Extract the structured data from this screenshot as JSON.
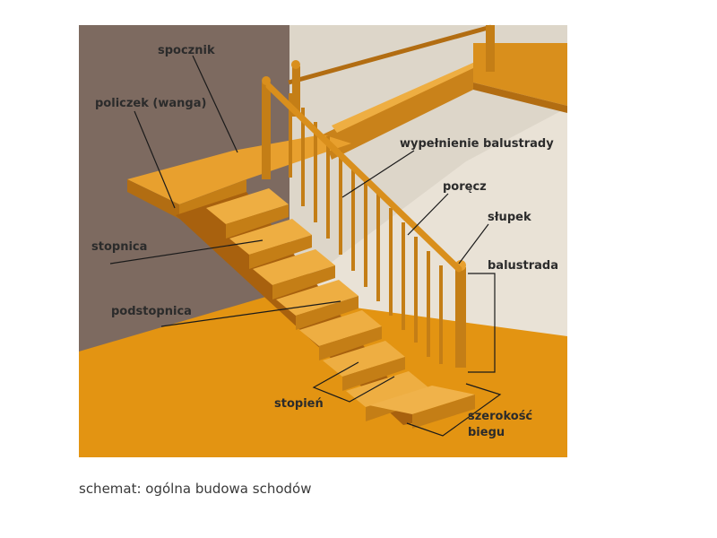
{
  "diagram": {
    "labels": {
      "spocznik": "spocznik",
      "policzek": "policzek (wanga)",
      "wypelnienie": "wypełnienie balustrady",
      "porecz": "poręcz",
      "slupek": "słupek",
      "balustrada": "balustrada",
      "stopnica": "stopnica",
      "podstopnica": "podstopnica",
      "stopien": "stopień",
      "szerokosc_line1": "szerokość",
      "szerokosc_line2": "biegu"
    },
    "colors": {
      "wall_dark": "#7d6a60",
      "wall_light": "#e9e2d6",
      "floor": "#e39412",
      "wood": "#d98f1c",
      "wood_dark": "#b26d12",
      "wood_light": "#eeae42"
    }
  },
  "caption": "schemat: ogólna budowa schodów"
}
